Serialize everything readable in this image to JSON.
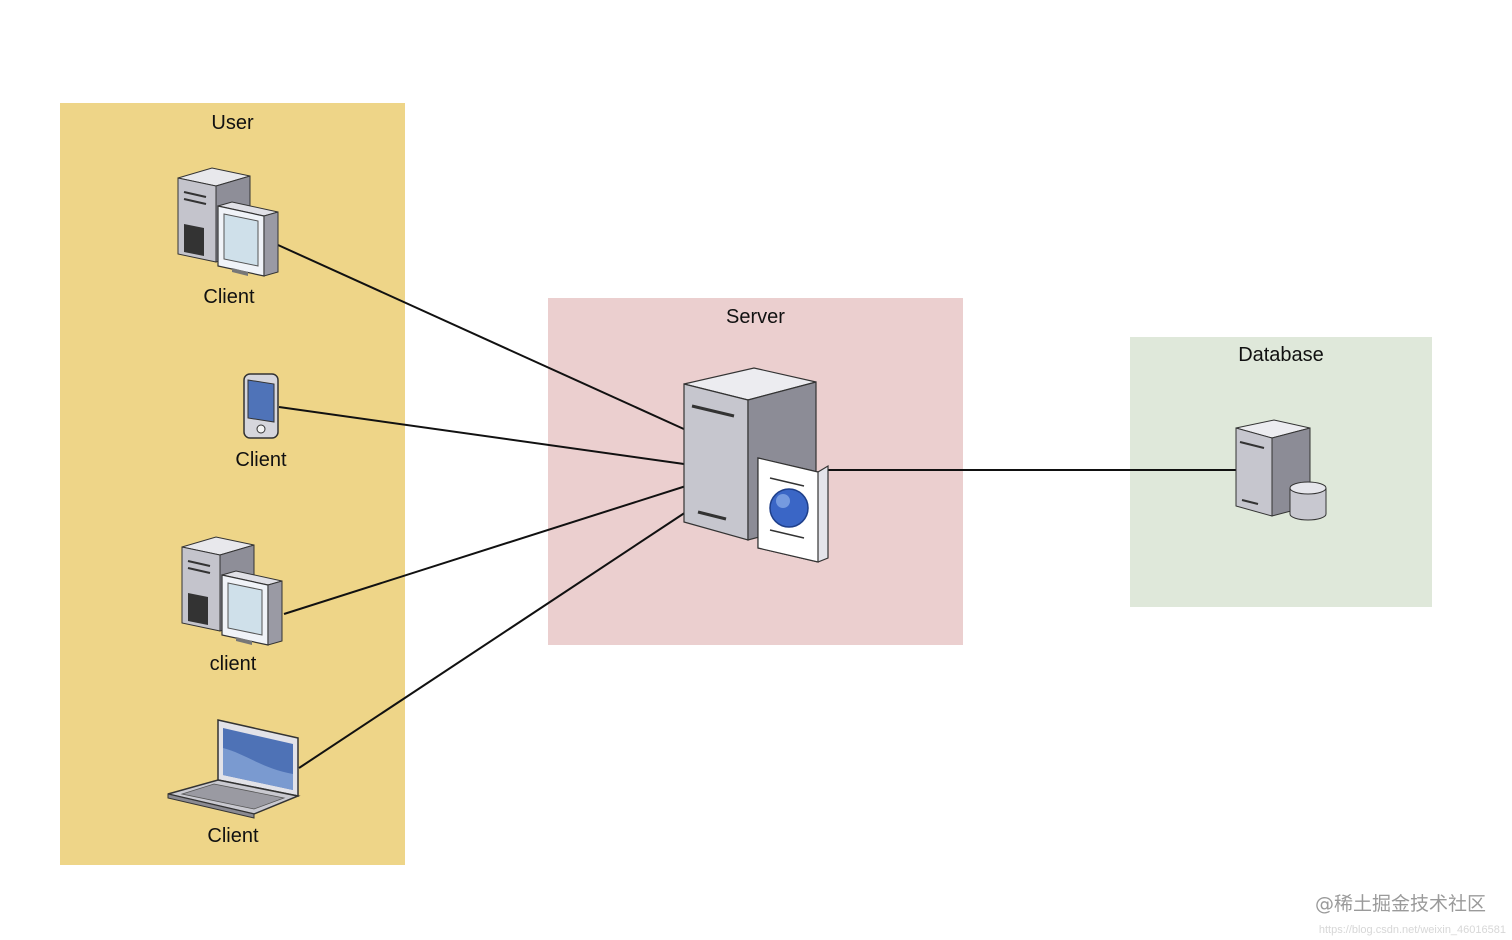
{
  "groups": {
    "user": {
      "title": "User",
      "color": "#eed588"
    },
    "server": {
      "title": "Server",
      "color": "#ebcfcf"
    },
    "database": {
      "title": "Database",
      "color": "#dfe8da"
    }
  },
  "nodes": {
    "client_desktop_1": {
      "label": "Client",
      "icon": "desktop-computer-icon"
    },
    "client_phone": {
      "label": "Client",
      "icon": "smartphone-icon"
    },
    "client_desktop_2": {
      "label": "client",
      "icon": "desktop-computer-icon"
    },
    "client_laptop": {
      "label": "Client",
      "icon": "laptop-icon"
    },
    "web_server": {
      "label": "",
      "icon": "web-server-icon"
    },
    "database_server": {
      "label": "",
      "icon": "database-server-icon"
    }
  },
  "connections": [
    {
      "from": "client_desktop_1",
      "to": "web_server"
    },
    {
      "from": "client_phone",
      "to": "web_server"
    },
    {
      "from": "client_desktop_2",
      "to": "web_server"
    },
    {
      "from": "client_laptop",
      "to": "web_server"
    },
    {
      "from": "web_server",
      "to": "database_server"
    }
  ],
  "watermark": {
    "text": "@稀土掘金技术社区",
    "url": "https://blog.csdn.net/weixin_46016581"
  }
}
